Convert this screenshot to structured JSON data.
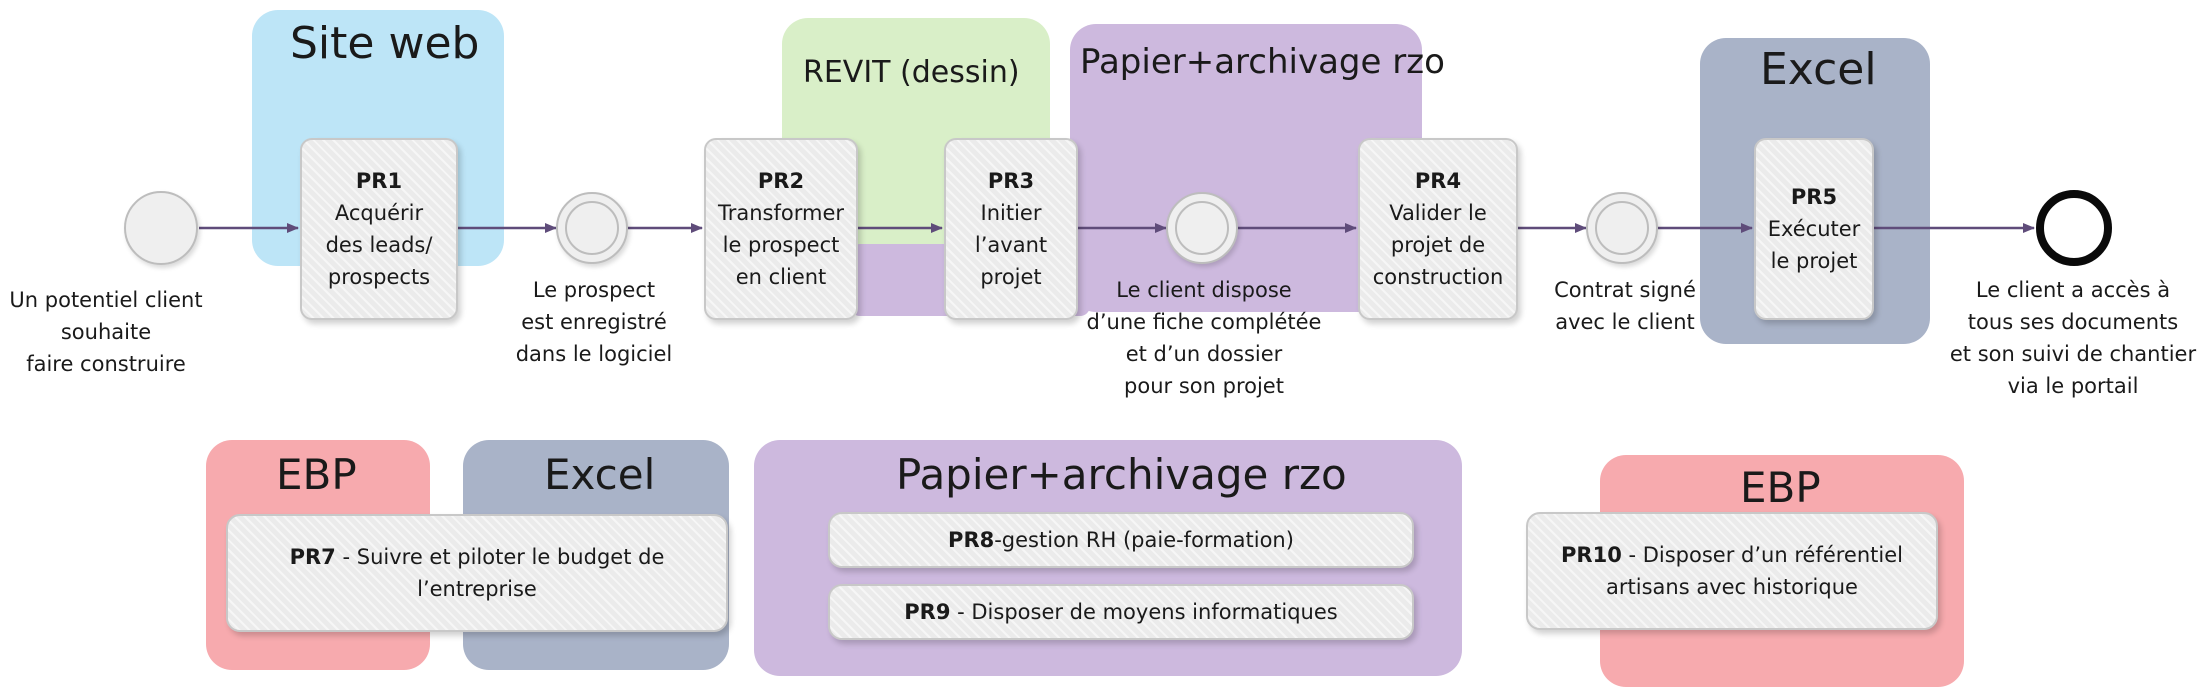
{
  "colors": {
    "site_web": "#bde5f7",
    "revit": "#d9efc8",
    "papier": "#cdb9de",
    "excel": "#a9b3c8",
    "ebp": "#f7aaae",
    "arrow": "#5f4c7a"
  },
  "zones": {
    "site_web": "Site web",
    "revit": "REVIT (dessin)",
    "papier_top": "Papier+archivage rzo",
    "excel_top": "Excel",
    "ebp_left": "EBP",
    "excel_bottom": "Excel",
    "papier_bottom": "Papier+archivage rzo",
    "ebp_right": "EBP"
  },
  "processes": {
    "pr1": {
      "code": "PR1",
      "lines": [
        "Acquérir",
        "des leads/",
        "prospects"
      ]
    },
    "pr2": {
      "code": "PR2",
      "lines": [
        "Transformer",
        "le prospect",
        "en client"
      ]
    },
    "pr3": {
      "code": "PR3",
      "lines": [
        "Initier",
        "l’avant",
        "projet"
      ]
    },
    "pr4": {
      "code": "PR4",
      "lines": [
        "Valider le",
        "projet de",
        "construction"
      ]
    },
    "pr5": {
      "code": "PR5",
      "lines": [
        "Exécuter",
        "le projet"
      ]
    }
  },
  "support_processes": {
    "pr7": {
      "code": "PR7",
      "text": " - Suivre et piloter le budget de",
      "text2": "l’entreprise"
    },
    "pr8": {
      "code": "PR8",
      "text": "-gestion RH (paie-formation)"
    },
    "pr9": {
      "code": "PR9",
      "text": " - Disposer de moyens informatiques"
    },
    "pr10": {
      "code": "PR10",
      "text": " - Disposer d’un référentiel",
      "text2": "artisans avec historique"
    }
  },
  "events": {
    "start": [
      "Un potentiel client",
      "souhaite",
      "faire construire"
    ],
    "e1": [
      "Le prospect",
      "est enregistré",
      "dans le logiciel"
    ],
    "e2": [
      "Le client dispose",
      "d’une fiche complétée",
      "et d’un dossier",
      "pour son projet"
    ],
    "e3": [
      "Contrat signé",
      "avec le client"
    ],
    "end": [
      "Le client a accès à",
      "tous ses documents",
      "et son suivi de chantier",
      "via le portail"
    ]
  }
}
